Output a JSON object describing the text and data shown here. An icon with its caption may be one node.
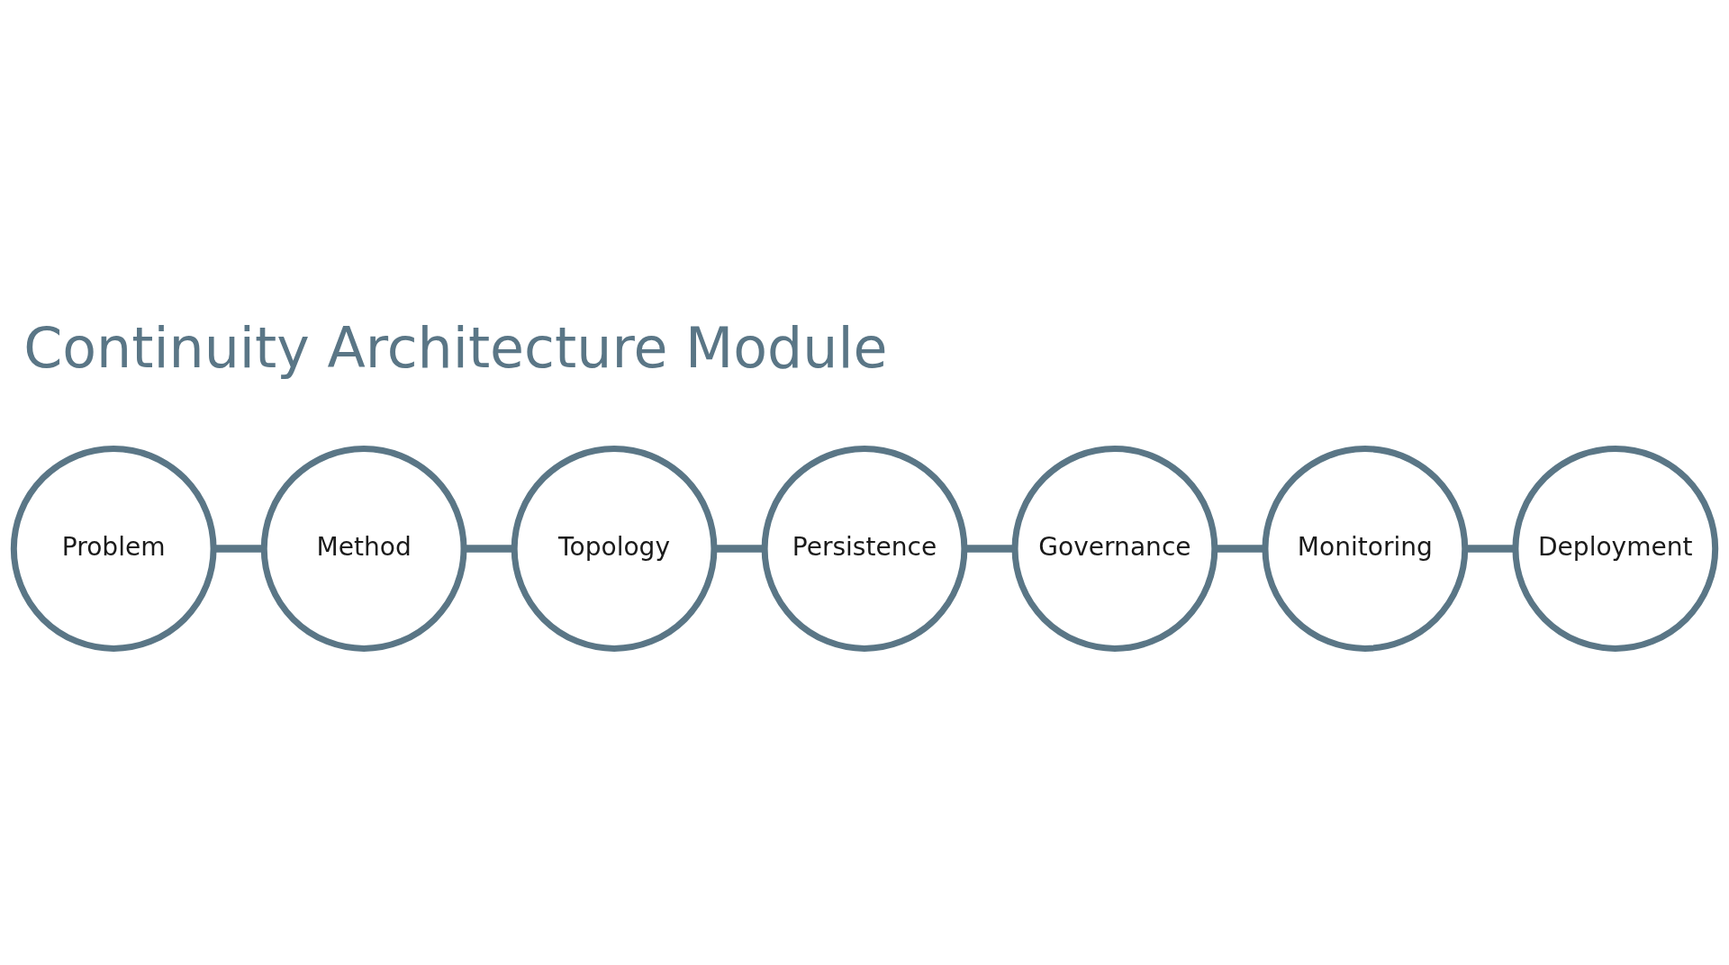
{
  "diagram": {
    "title": "Continuity Architecture Module",
    "nodes": [
      {
        "text": [
          "Problem"
        ]
      },
      {
        "text": [
          "Method"
        ]
      },
      {
        "text": [
          "Topology"
        ]
      },
      {
        "text": [
          "Persistence"
        ]
      },
      {
        "text": [
          "Governance"
        ]
      },
      {
        "text": [
          "Monitoring"
        ]
      },
      {
        "text": [
          "Deployment"
        ]
      }
    ],
    "edges": [
      {
        "from": 0,
        "to": 1,
        "arrow": "none"
      },
      {
        "from": 1,
        "to": 2,
        "arrow": "none"
      },
      {
        "from": 2,
        "to": 3,
        "arrow": "none"
      },
      {
        "from": 3,
        "to": 4,
        "arrow": "none"
      },
      {
        "from": 4,
        "to": 5,
        "arrow": "none"
      },
      {
        "from": 5,
        "to": 6,
        "arrow": "none"
      }
    ]
  }
}
